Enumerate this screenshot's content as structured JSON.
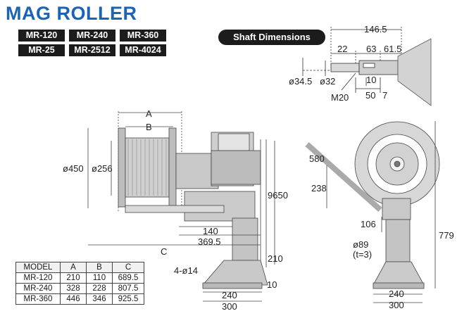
{
  "brand": {
    "title": "MAG ROLLER",
    "accent_color": "#1b64b5"
  },
  "models": [
    "MR-120",
    "MR-240",
    "MR-360",
    "MR-25",
    "MR-2512",
    "MR-4024"
  ],
  "shaft": {
    "label": "Shaft Dimensions",
    "dims": {
      "total": "146.5",
      "d22": "22",
      "d63": "63",
      "d61_5": "61.5",
      "d34_5": "ø34.5",
      "d32": "ø32",
      "m20": "M20",
      "d10": "10",
      "d50": "50",
      "d7": "7"
    }
  },
  "front_view": {
    "dim_a": "A",
    "dim_b": "B",
    "d450": "ø450",
    "d256": "ø256",
    "d140": "140",
    "d369_5": "369.5",
    "dim_c": "C",
    "d9650": "9650",
    "d210": "210",
    "d10": "10",
    "bolt": "4-ø14",
    "d240": "240",
    "d300": "300"
  },
  "side_view": {
    "d580": "580",
    "d238": "238",
    "d106": "106",
    "d89": "ø89",
    "thick": "(t=3)",
    "d779": "779",
    "d240": "240",
    "d300": "300"
  },
  "spec_table": {
    "headers": [
      "MODEL",
      "A",
      "B",
      "C"
    ],
    "rows": [
      [
        "MR-120",
        "210",
        "110",
        "689.5"
      ],
      [
        "MR-240",
        "328",
        "228",
        "807.5"
      ],
      [
        "MR-360",
        "446",
        "346",
        "925.5"
      ]
    ]
  }
}
